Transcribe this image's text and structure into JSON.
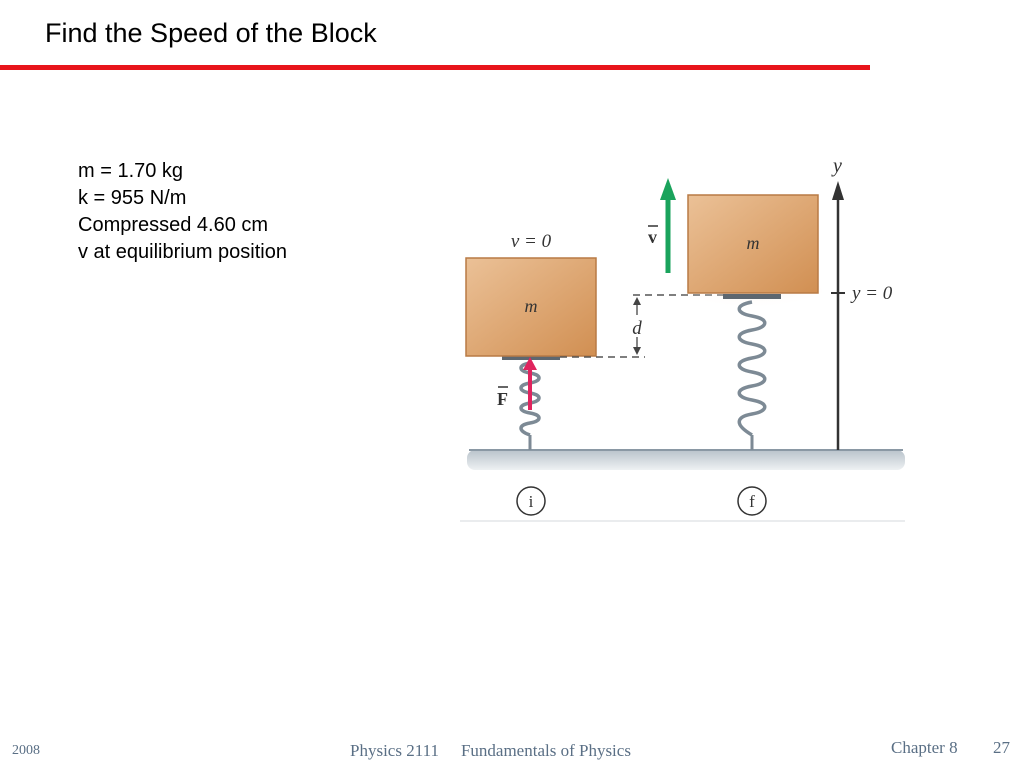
{
  "slide": {
    "title": "Find the Speed of the Block"
  },
  "given": [
    "m = 1.70 kg",
    "k = 955 N/m",
    "Compressed 4.60 cm",
    "v at equilibrium position"
  ],
  "figure": {
    "initial_velocity_label": "v = 0",
    "mass_label": "m",
    "displacement_label": "d",
    "force_label": "F",
    "velocity_label": "v",
    "y_axis_label": "y",
    "equilibrium_label": "y = 0",
    "state_initial": "i",
    "state_final": "f",
    "colors": {
      "block": "#d9a06a",
      "spring": "#7d8a95",
      "force_arrow": "#e0245e",
      "velocity_arrow": "#1aa35c",
      "title_rule": "#e8141b"
    }
  },
  "footer": {
    "year": "2008",
    "course": "Physics 2111",
    "course_title": "Fundamentals of Physics",
    "chapter": "Chapter 8",
    "page": "27"
  }
}
